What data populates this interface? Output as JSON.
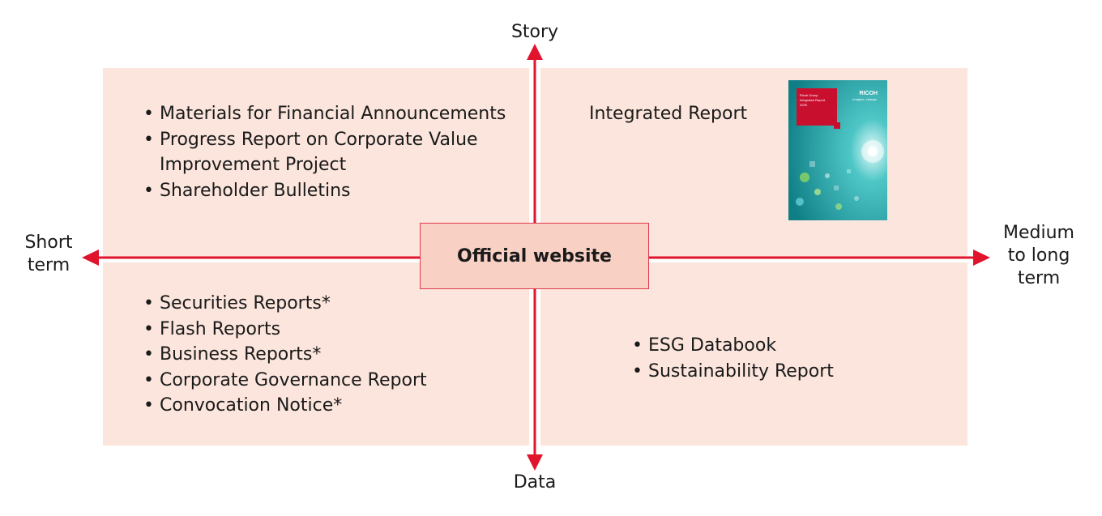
{
  "axes": {
    "top": "Story",
    "bottom": "Data",
    "left": "Short\nterm",
    "right": "Medium\nto long\nterm"
  },
  "center": {
    "label": "Official website"
  },
  "quadrants": {
    "top_left": {
      "items": [
        "Materials for Financial Announcements",
        "Progress Report on Corporate Value Improvement Project",
        "Shareholder Bulletins"
      ]
    },
    "top_right": {
      "title": "Integrated Report",
      "cover": {
        "brand": "RICOH",
        "tagline": "imagine. change.",
        "lines": [
          "Ricoh Group",
          "Integrated Report",
          "2025"
        ]
      }
    },
    "bottom_left": {
      "items": [
        "Securities Reports*",
        "Flash Reports",
        "Business Reports*",
        "Corporate Governance Report",
        "Convocation Notice*"
      ]
    },
    "bottom_right": {
      "items": [
        "ESG Databook",
        "Sustainability Report"
      ]
    }
  },
  "colors": {
    "quadrant_fill": "#fbe5dc",
    "axis": "#e0142c",
    "center_fill": "#f8d0c4",
    "center_border": "#e03a4c",
    "cover_teal": "#1ea6a8",
    "cover_red": "#c8102e"
  }
}
